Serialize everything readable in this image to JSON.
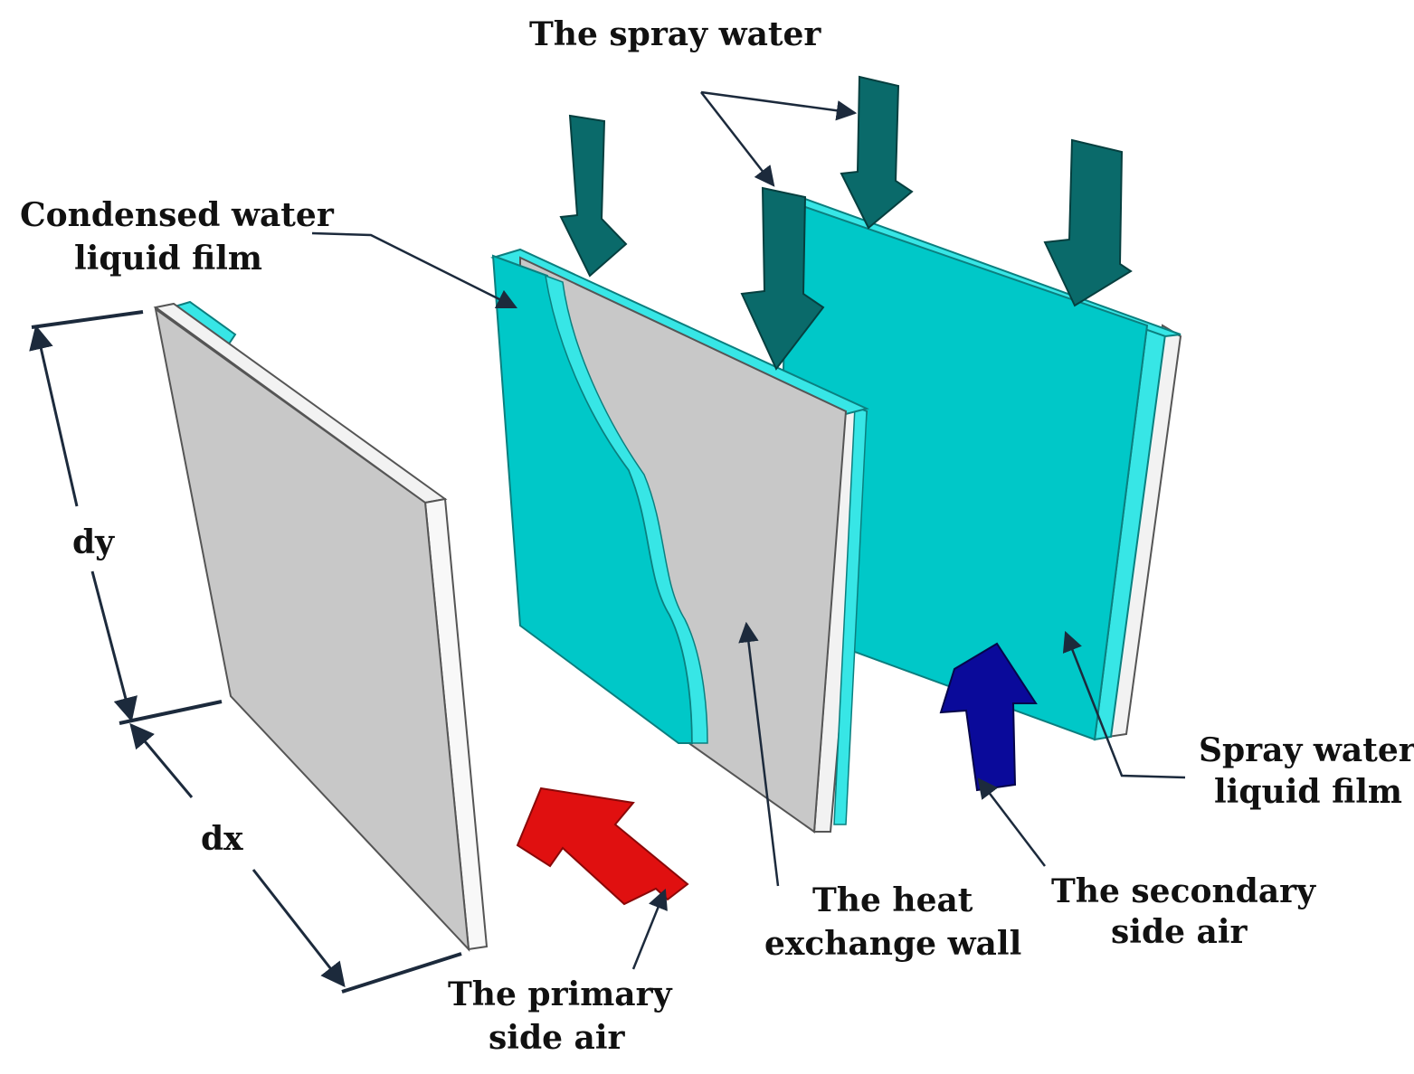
{
  "labels": {
    "spray_water": "The spray water",
    "condensed_film_line1": "Condensed water",
    "condensed_film_line2": "liquid film",
    "dy": "dy",
    "dx": "dx",
    "primary_air_line1": "The primary",
    "primary_air_line2": "side air",
    "heat_wall_line1": "The heat",
    "heat_wall_line2": "exchange wall",
    "secondary_air_line1": "The secondary",
    "secondary_air_line2": "side air",
    "spray_film_line1": "Spray water",
    "spray_film_line2": "liquid film"
  },
  "colors": {
    "plate_gray": "#c8c8c8",
    "plate_edge": "#f2f2f2",
    "water_film": "#00c8c8",
    "water_edge": "#37e6e6",
    "spray_arrow": "#0a6a6a",
    "primary_air_arrow": "#e01010",
    "secondary_air_arrow": "#0a0a9a",
    "leader_line": "#1c2a3c"
  }
}
